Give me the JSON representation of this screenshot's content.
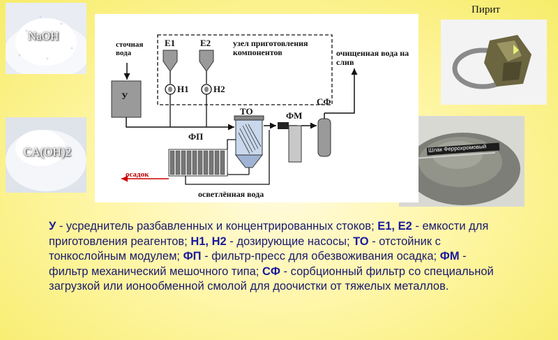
{
  "photos": {
    "naoh_label": "NaOH",
    "caoh_label": "CA(OH)2",
    "pyrite_label": "Пирит",
    "slag_label": "Шлак Феррохромовый"
  },
  "diagram": {
    "wastewater": "сточная вода",
    "y_unit": "У",
    "e1": "Е1",
    "e2": "Е2",
    "h1": "Н1",
    "h2": "Н2",
    "node_title": "узел приготовления компонентов",
    "treated_water": "очищенная вода на слив",
    "to": "ТО",
    "fm": "ФМ",
    "sf": "СФ",
    "fp": "ФП",
    "sediment": "осадок",
    "clarified": "осветлённая вода"
  },
  "description": [
    {
      "b": "У",
      "t": " - усреднитель разбавленных и концентрированных стоков; "
    },
    {
      "b": "Е1, Е2",
      "t": " - емкости для приготовления реагентов; "
    },
    {
      "b": "Н1, Н2",
      "t": " - дозирующие насосы; "
    },
    {
      "b": "ТО",
      "t": " - отстойник с тонкослойным модулем; "
    },
    {
      "b": "ФП",
      "t": " - фильтр-пресс для обезвоживания осадка; "
    },
    {
      "b": "ФМ",
      "t": " - фильтр механический мешочного типа; "
    },
    {
      "b": "СФ",
      "t": " - сорбционный фильтр со специальной загрузкой или ионообменной смолой для доочистки от тяжелых металлов."
    }
  ]
}
